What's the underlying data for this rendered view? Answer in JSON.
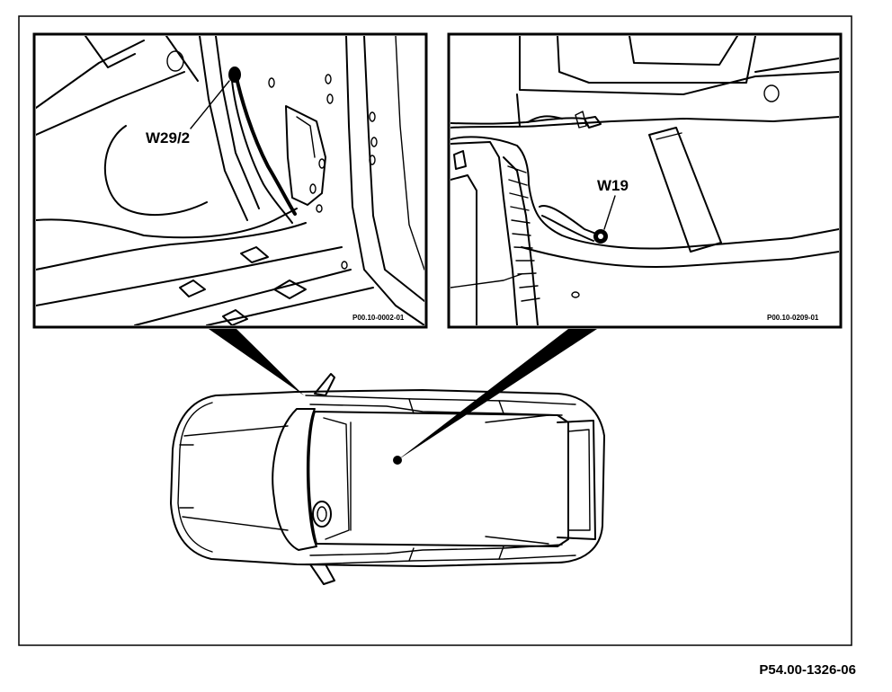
{
  "figure": {
    "code": "P54.00-1326-06"
  },
  "left_panel": {
    "callout_label": "W29/2",
    "panel_code": "P00.10-0002-01"
  },
  "right_panel": {
    "callout_label": "W19",
    "panel_code": "P00.10-0209-01"
  }
}
